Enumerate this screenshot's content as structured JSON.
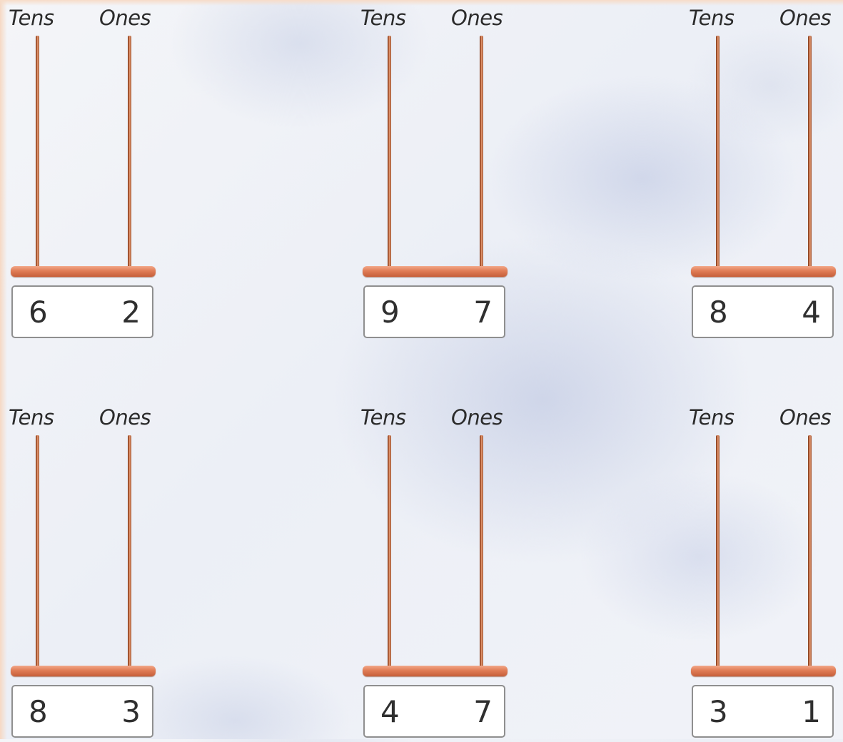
{
  "column_labels": {
    "tens": "Tens",
    "ones": "Ones"
  },
  "abacuses": [
    {
      "tens": "6",
      "ones": "2"
    },
    {
      "tens": "9",
      "ones": "7"
    },
    {
      "tens": "8",
      "ones": "4"
    },
    {
      "tens": "8",
      "ones": "3"
    },
    {
      "tens": "4",
      "ones": "7"
    },
    {
      "tens": "3",
      "ones": "1"
    }
  ]
}
